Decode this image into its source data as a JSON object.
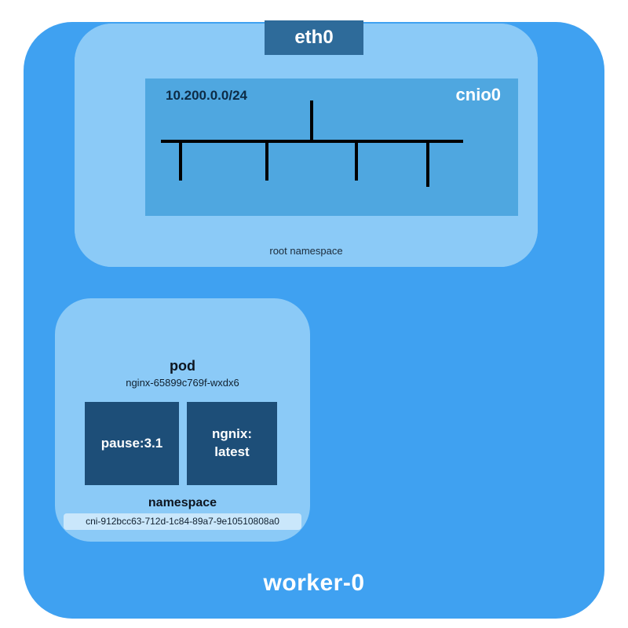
{
  "worker": {
    "label": "worker-0"
  },
  "eth0": {
    "label": "eth0"
  },
  "root_namespace": {
    "label": "root namespace"
  },
  "bridge": {
    "name": "cnio0",
    "cidr": "10.200.0.0/24"
  },
  "pod": {
    "title": "pod",
    "name": "nginx-65899c769f-wxdx6",
    "containers": [
      {
        "label": "pause:3.1"
      },
      {
        "label": "ngnix:\nlatest"
      }
    ],
    "namespace_title": "namespace",
    "namespace_id": "cni-912bcc63-712d-1c84-89a7-9e10510808a0"
  },
  "colors": {
    "worker_bg": "#3fa1f1",
    "namespace_bg": "#8bcaf7",
    "bridge_bg": "#4fa7e0",
    "eth0_tab_bg": "#2e6b9a",
    "container_bg": "#1d4e78",
    "line_color": "#000000"
  }
}
